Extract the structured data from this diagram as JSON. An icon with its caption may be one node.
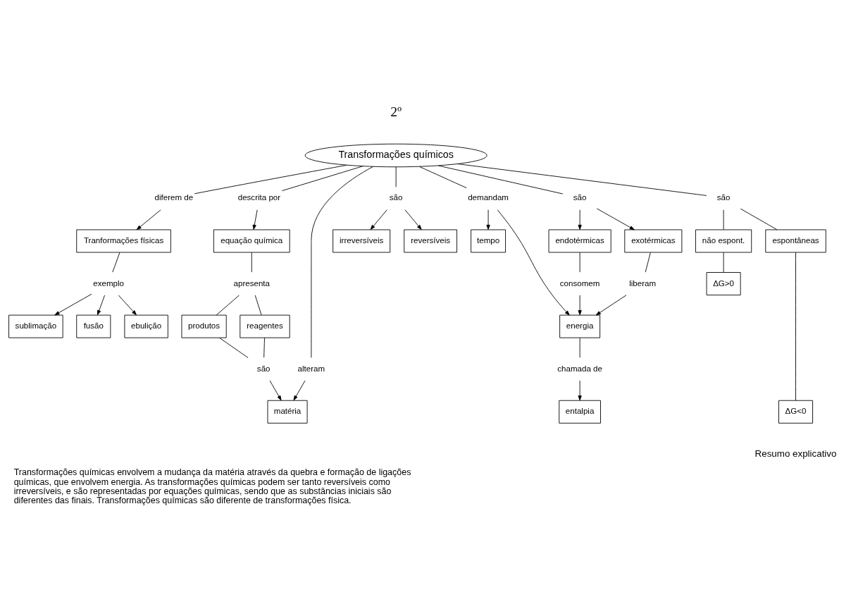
{
  "diagram": {
    "caption": "Transformações químicas envolvem a mudança da matéria através da quebra e formação de ligações químicas, que envolvem energia. As transformações químicas podem ser tanto reversíveis como irreversíveis, e são representadas por equações químicas, sendo que as substâncias iniciais são diferentes das finais. Transformações químicas são diferente de transformações física.",
    "nodes": [
      {
        "text": [
          "Transformações químicos"
        ]
      },
      {
        "text": [
          "diferem de"
        ]
      },
      {
        "text": [
          "Tranformações físicas"
        ]
      },
      {
        "text": [
          "exemplo"
        ]
      },
      {
        "text": [
          "fusão"
        ]
      },
      {
        "text": [
          "ebulição"
        ]
      },
      {
        "text": [
          "sublimação"
        ]
      },
      {
        "text": [
          "demandam"
        ]
      },
      {
        "text": [
          "tempo"
        ]
      },
      {
        "text": [
          "energia"
        ]
      },
      {
        "text": [
          "chamada de"
        ]
      },
      {
        "text": [
          "entalpia"
        ]
      },
      {
        "text": [
          "alteram"
        ]
      },
      {
        "text": [
          "matéria"
        ]
      },
      {
        "text": [
          "são"
        ]
      },
      {
        "text": [
          "são"
        ]
      },
      {
        "text": [
          "reversíveis"
        ]
      },
      {
        "text": [
          "irreversíveis"
        ]
      },
      {
        "text": [
          "são"
        ]
      },
      {
        "text": [
          "endotérmicas"
        ]
      },
      {
        "text": [
          "exotérmicas"
        ]
      },
      {
        "text": [
          "descrita por"
        ]
      },
      {
        "text": [
          "equação química"
        ]
      },
      {
        "text": [
          "apresenta"
        ]
      },
      {
        "text": [
          "produtos"
        ]
      },
      {
        "text": [
          "reagentes"
        ]
      },
      {
        "text": [
          "liberam"
        ]
      },
      {
        "text": [
          "consomem"
        ]
      },
      {
        "text": [
          "são"
        ]
      },
      {
        "text": [
          "espontâneas"
        ]
      },
      {
        "text": [
          "não espont."
        ]
      },
      {
        "text": [
          "ΔG<0"
        ]
      },
      {
        "text": [
          "ΔG>0"
        ]
      }
    ],
    "edges": [
      {
        "from": 0,
        "to": 1,
        "arrow": "none"
      },
      {
        "from": 1,
        "to": 2,
        "arrow": "to"
      },
      {
        "from": 2,
        "to": 3,
        "arrow": "none"
      },
      {
        "from": 3,
        "to": 4,
        "arrow": "to"
      },
      {
        "from": 3,
        "to": 5,
        "arrow": "to"
      },
      {
        "from": 3,
        "to": 6,
        "arrow": "to"
      },
      {
        "from": 0,
        "to": 7,
        "arrow": "none"
      },
      {
        "from": 7,
        "to": 8,
        "arrow": "to"
      },
      {
        "from": 7,
        "to": 9,
        "arrow": "to"
      },
      {
        "from": 9,
        "to": 10,
        "arrow": "none"
      },
      {
        "from": 10,
        "to": 11,
        "arrow": "to"
      },
      {
        "from": 0,
        "to": 12,
        "arrow": "none"
      },
      {
        "from": 12,
        "to": 13,
        "arrow": "to"
      },
      {
        "from": 14,
        "to": 13,
        "arrow": "to"
      },
      {
        "from": 24,
        "to": 14,
        "arrow": "none"
      },
      {
        "from": 25,
        "to": 14,
        "arrow": "none"
      },
      {
        "from": 0,
        "to": 15,
        "arrow": "none"
      },
      {
        "from": 15,
        "to": 16,
        "arrow": "to"
      },
      {
        "from": 15,
        "to": 17,
        "arrow": "to"
      },
      {
        "from": 0,
        "to": 18,
        "arrow": "none"
      },
      {
        "from": 18,
        "to": 19,
        "arrow": "to"
      },
      {
        "from": 18,
        "to": 20,
        "arrow": "to"
      },
      {
        "from": 0,
        "to": 21,
        "arrow": "none"
      },
      {
        "from": 21,
        "to": 22,
        "arrow": "to"
      },
      {
        "from": 22,
        "to": 23,
        "arrow": "none"
      },
      {
        "from": 23,
        "to": 24,
        "arrow": "none"
      },
      {
        "from": 23,
        "to": 25,
        "arrow": "none"
      },
      {
        "from": 20,
        "to": 26,
        "arrow": "none"
      },
      {
        "from": 19,
        "to": 27,
        "arrow": "none"
      },
      {
        "from": 26,
        "to": 9,
        "arrow": "to"
      },
      {
        "from": 27,
        "to": 9,
        "arrow": "to"
      },
      {
        "from": 0,
        "to": 28,
        "arrow": "none"
      },
      {
        "from": 28,
        "to": 29,
        "arrow": "none"
      },
      {
        "from": 28,
        "to": 30,
        "arrow": "none"
      },
      {
        "from": 29,
        "to": 31,
        "arrow": "none"
      },
      {
        "from": 30,
        "to": 32,
        "arrow": "none"
      }
    ],
    "labels": [
      "2º",
      "Resumo explicativo"
    ]
  }
}
